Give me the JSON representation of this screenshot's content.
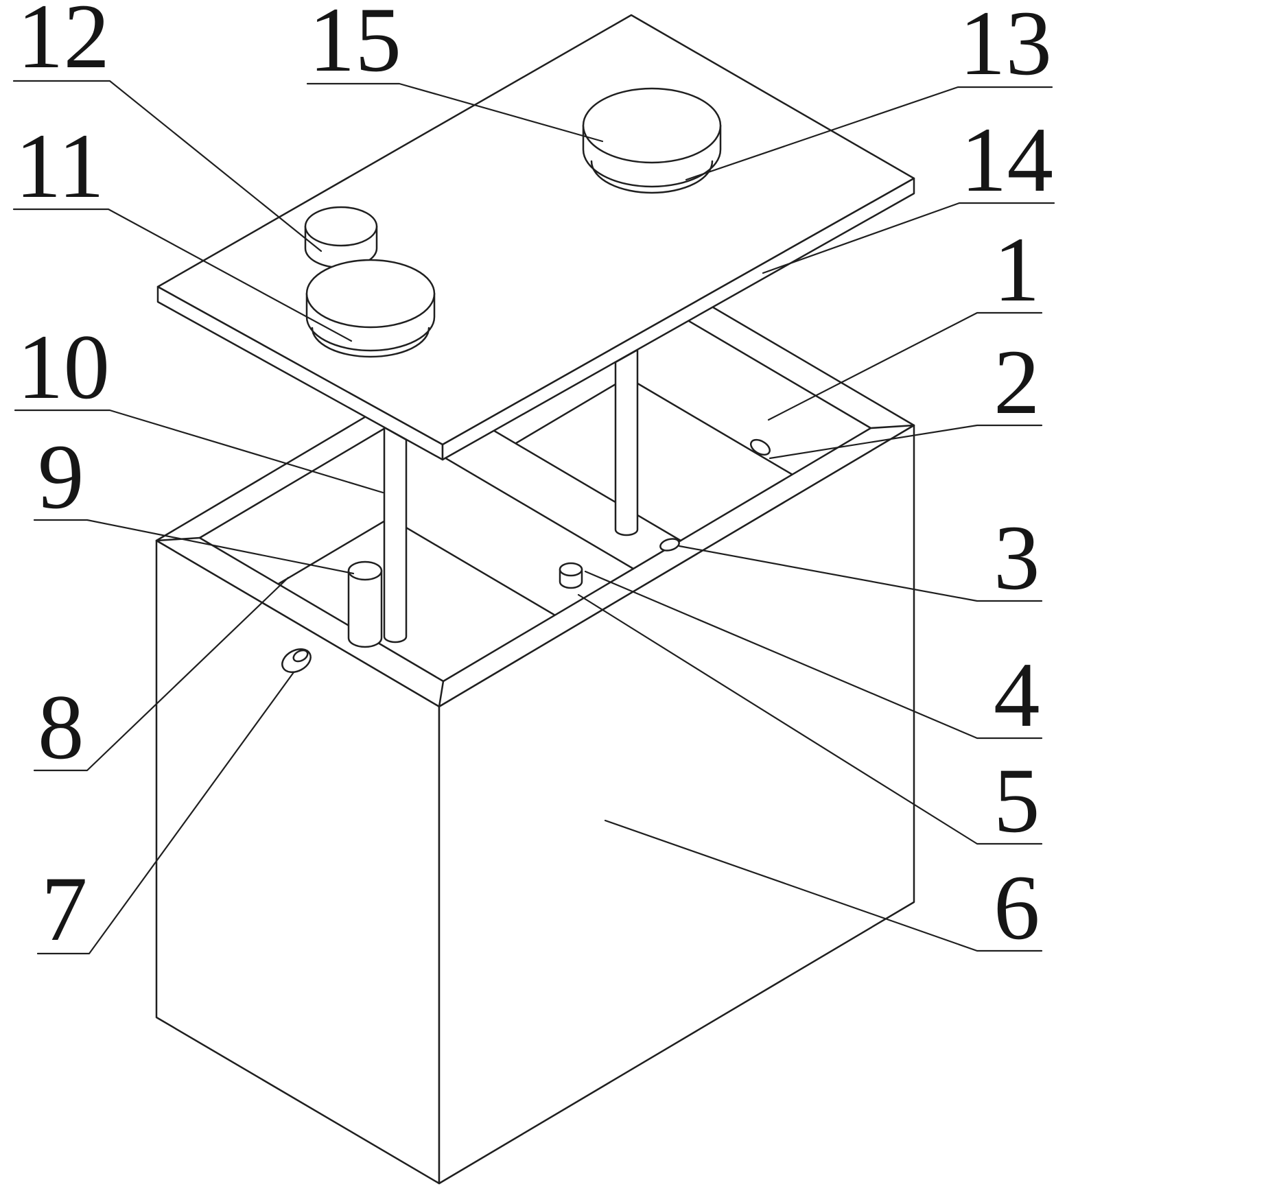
{
  "figure": {
    "type": "patent-line-drawing",
    "description": "Exploded isometric view of a two-compartment box body with support columns, caps and a cover plate",
    "background_color": "#ffffff",
    "line_color": "#1f1f1f",
    "label_color": "#161616",
    "labels": {
      "n1": "1",
      "n2": "2",
      "n3": "3",
      "n4": "4",
      "n5": "5",
      "n6": "6",
      "n7": "7",
      "n8": "8",
      "n9": "9",
      "n10": "10",
      "n11": "11",
      "n12": "12",
      "n13": "13",
      "n14": "14",
      "n15": "15"
    }
  }
}
